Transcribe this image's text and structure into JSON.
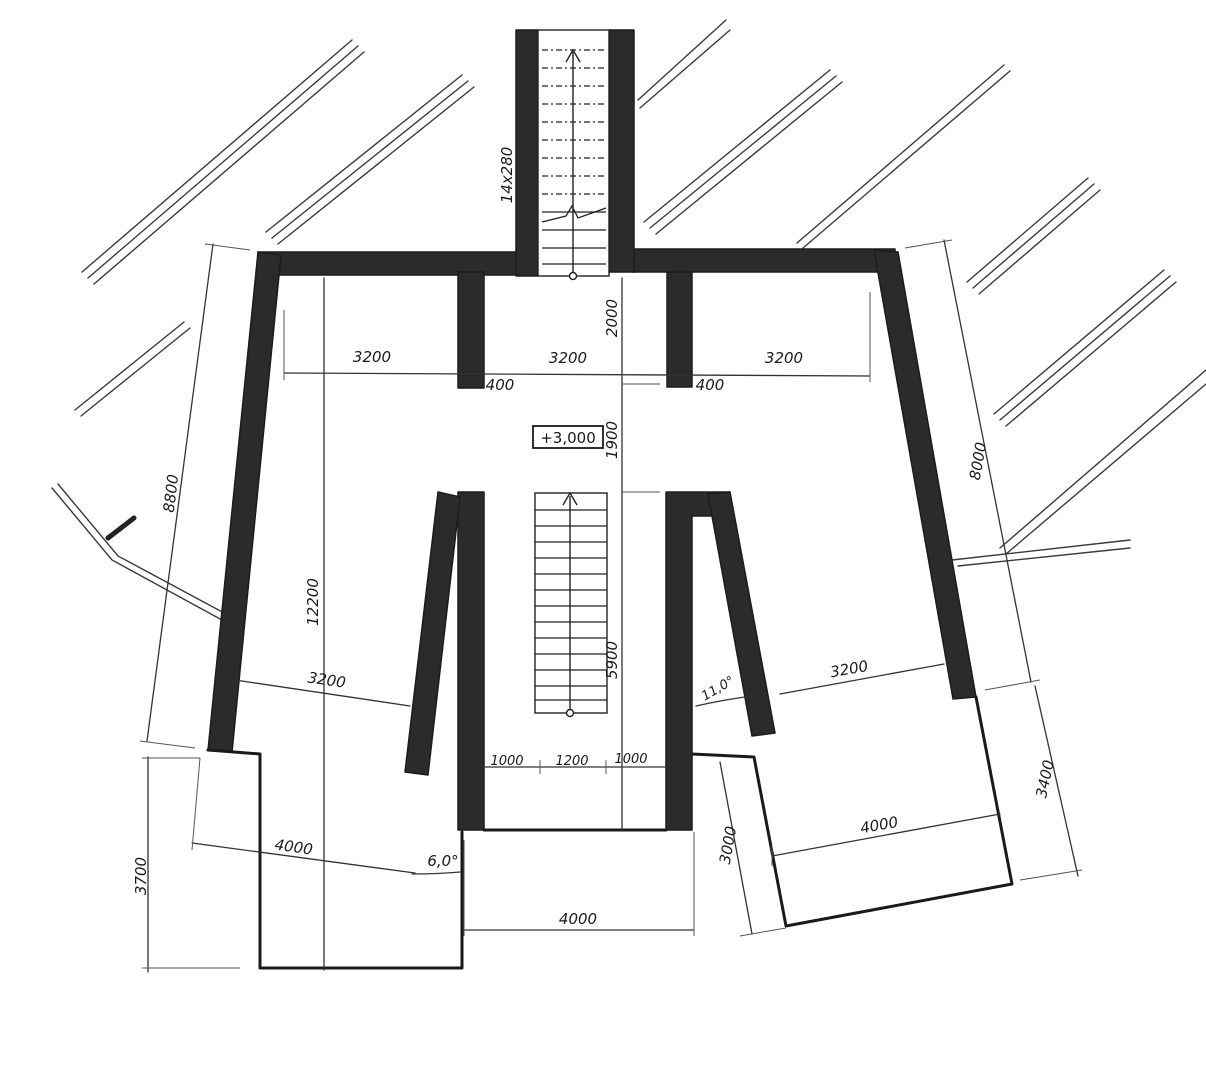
{
  "elevation": "+3,000",
  "stair_spec": "14x280",
  "dims": {
    "bay_left": "3200",
    "bay_mid": "3200",
    "bay_right": "3200",
    "wall_left": "400",
    "wall_right": "400",
    "upper_depth": "2000",
    "mid_depth": "1900",
    "total_left": "8800",
    "total_right": "8000",
    "overall_depth": "12200",
    "stair_run": "5900",
    "bay_lower_left": "3200",
    "bay_lower_right": "3200",
    "landing_left": "1000",
    "stair_width": "1200",
    "landing_right": "1000",
    "wing_left": "4000",
    "wing_center": "4000",
    "wing_right": "4000",
    "wing_left_depth": "3700",
    "wing_right_depth": "3000",
    "wing_right_offset": "3400"
  },
  "angles": {
    "left": "6,0°",
    "right": "11,0°"
  }
}
